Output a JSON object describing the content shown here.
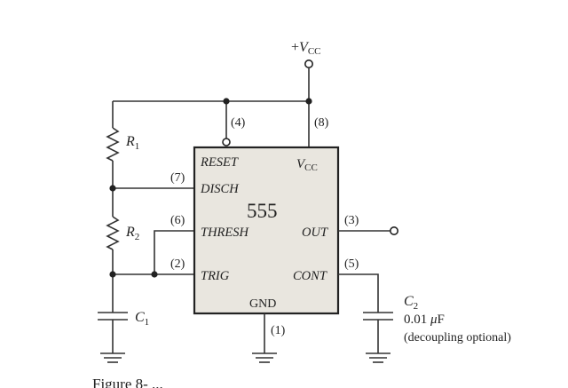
{
  "supply": {
    "plus": "+",
    "v": "V",
    "sub": "CC"
  },
  "chip": {
    "label": "555",
    "reset": "RESET",
    "vcc_v": "V",
    "vcc_sub": "CC",
    "disch": "DISCH",
    "thresh": "THRESH",
    "out": "OUT",
    "trig": "TRIG",
    "cont": "CONT",
    "gnd": "GND"
  },
  "pins": {
    "reset": "(4)",
    "vcc": "(8)",
    "disch": "(7)",
    "thresh": "(6)",
    "out": "(3)",
    "trig": "(2)",
    "cont": "(5)",
    "gnd": "(1)"
  },
  "components": {
    "r1": {
      "letter": "R",
      "sub": "1"
    },
    "r2": {
      "letter": "R",
      "sub": "2"
    },
    "c1": {
      "letter": "C",
      "sub": "1"
    },
    "c2": {
      "letter": "C",
      "sub": "2",
      "value_num": "0.01 ",
      "value_mu": "μ",
      "value_unit": "F",
      "note": "(decoupling optional)"
    }
  },
  "caption_fragment": "Figure 8-  ...  "
}
